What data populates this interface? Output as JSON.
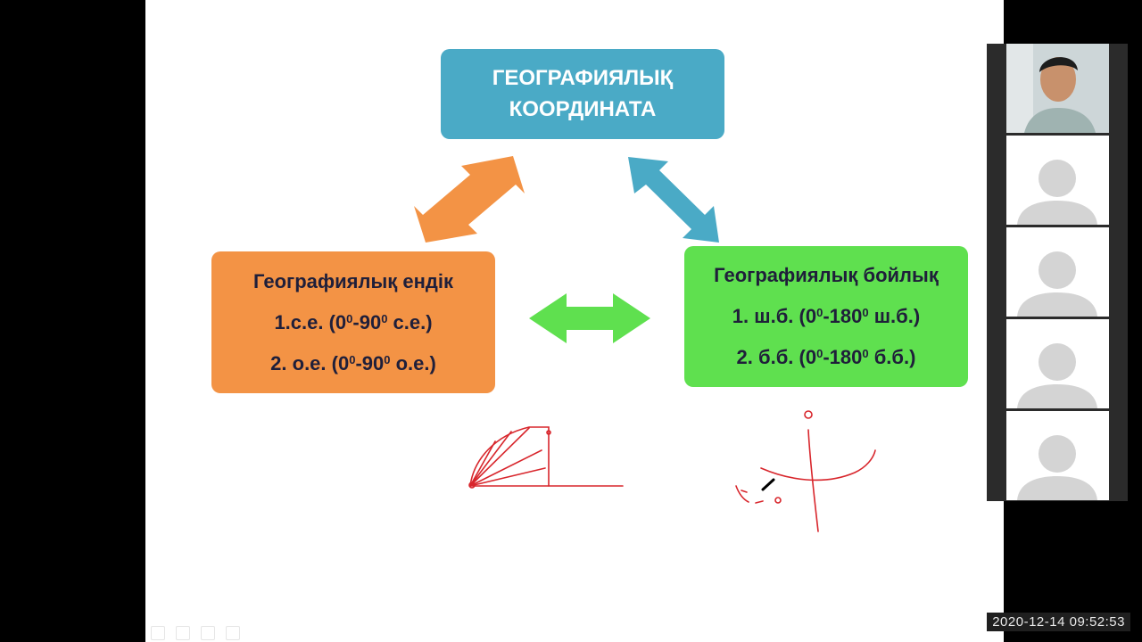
{
  "slide": {
    "top_box": {
      "line1": "ГЕОГРАФИЯЛЫҚ",
      "line2": "КООРДИНАТА"
    },
    "left_box": {
      "title": "Географиялық  ендік",
      "item1": {
        "prefix": "1.с.е.   (0",
        "sup1": "0",
        "mid": "-90",
        "sup2": "0",
        "suffix": " с.е.)"
      },
      "item2": {
        "prefix": "2. о.е.   (0",
        "sup1": "0",
        "mid": "-90",
        "sup2": "0",
        "suffix": "  о.е.)"
      }
    },
    "right_box": {
      "title": "Географиялық бойлық",
      "item1": {
        "prefix": "1. ш.б.  (0",
        "sup1": "0",
        "mid": "-180",
        "sup2": "0",
        "suffix": " ш.б.)"
      },
      "item2": {
        "prefix": "2. б.б.  (0",
        "sup1": "0",
        "mid": "-180",
        "sup2": "0",
        "suffix": " б.б.)"
      }
    },
    "colors": {
      "top": "#4aaac6",
      "left": "#f39345",
      "right": "#5fe04f",
      "ink": "#d8262c"
    }
  },
  "participants": [
    {
      "type": "video"
    },
    {
      "type": "avatar"
    },
    {
      "type": "avatar"
    },
    {
      "type": "avatar"
    },
    {
      "type": "avatar"
    }
  ],
  "timestamp": "2020-12-14  09:52:53"
}
